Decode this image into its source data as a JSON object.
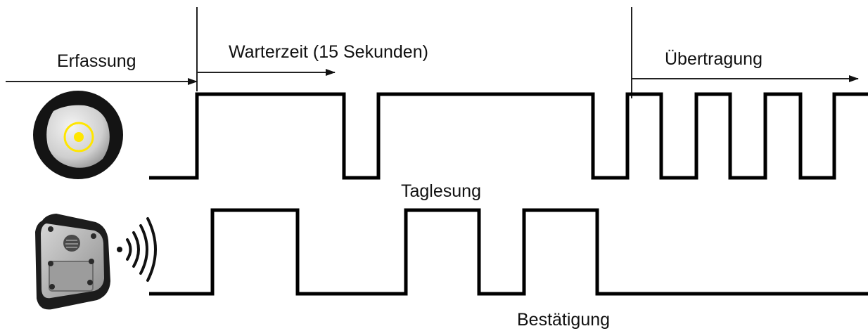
{
  "labels": {
    "erfassung": "Erfassung",
    "warterzeit": "Warterzeit (15 Sekunden)",
    "uebertragung": "Übertragung",
    "taglesung": "Taglesung",
    "bestaetigung": "Bestätigung"
  },
  "icons": {
    "tag": "round-tag-transponder-icon",
    "reader": "handheld-reader-icon",
    "waves": "wireless-signal-waves-icon"
  },
  "colors": {
    "line": "#000000",
    "tag_body": "#dcdcdc",
    "tag_dot": "#ffe600",
    "reader_body": "#b9b9b9"
  }
}
